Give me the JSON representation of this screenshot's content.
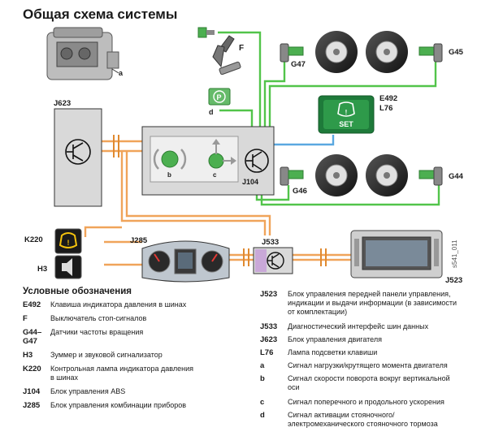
{
  "title": "Общая схема системы",
  "labels": {
    "a": "a",
    "J623": "J623",
    "F": "F",
    "d": "d",
    "G47": "G47",
    "G45": "G45",
    "E492_L76": [
      "E492",
      "L76"
    ],
    "set": "SET",
    "b": "b",
    "c": "c",
    "J104": "J104",
    "G46": "G46",
    "G44": "G44",
    "K220": "K220",
    "H3": "H3",
    "J285": "J285",
    "J533": "J533",
    "J523": "J523"
  },
  "watermark": "s541_011",
  "legend_title": "Условные обозначения",
  "legend_left": [
    {
      "code": "E492",
      "desc": "Клавиша индикатора давления в шинах"
    },
    {
      "code": "F",
      "desc": "Выключатель стоп-сигналов"
    },
    {
      "code": "G44–\nG47",
      "desc": "Датчики частоты вращения"
    },
    {
      "code": "H3",
      "desc": "Зуммер и звуковой сигнализатор"
    },
    {
      "code": "K220",
      "desc": "Контрольная лампа индикатора давления\nв шинах"
    },
    {
      "code": "J104",
      "desc": "Блок управления ABS"
    },
    {
      "code": "J285",
      "desc": "Блок управления комбинации приборов"
    }
  ],
  "legend_right": [
    {
      "code": "J523",
      "desc": "Блок управления передней панели управления,\nиндикации и выдачи информации (в зависимости\nот комплектации)"
    },
    {
      "code": "J533",
      "desc": "Диагностический интерфейс шин данных"
    },
    {
      "code": "J623",
      "desc": "Блок управления двигателя"
    },
    {
      "code": "L76",
      "desc": "Лампа подсветки клавиши"
    },
    {
      "code": "a",
      "desc": "Сигнал нагрузки/крутящего момента двигателя"
    },
    {
      "code": "b",
      "desc": "Сигнал скорости поворота вокруг вертикальной\nоси"
    },
    {
      "code": "c",
      "desc": "Сигнал поперечного и продольного ускорения"
    },
    {
      "code": "d",
      "desc": "Сигнал активации стояночного/\nэлектромеханического стояночного тормоза"
    }
  ]
}
